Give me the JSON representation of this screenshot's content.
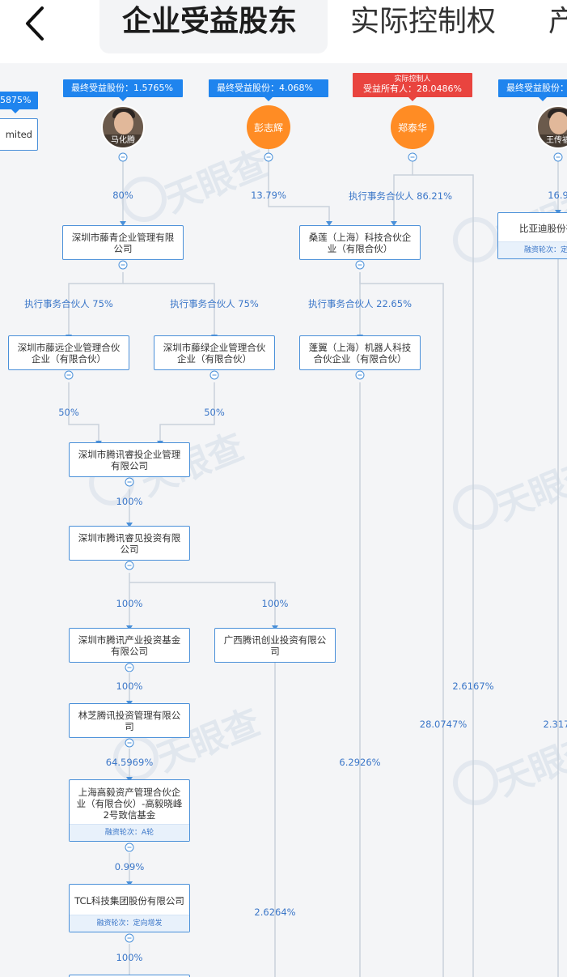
{
  "header": {
    "tabs": [
      {
        "label": "企业受益股东"
      },
      {
        "label": "实际控制权"
      },
      {
        "label": "产"
      }
    ]
  },
  "watermark": "天眼查",
  "people": [
    {
      "name": "马化腾",
      "share_tag": "最终受益股份：1.5765%"
    },
    {
      "name": "彭志辉",
      "share_tag": "最终受益股份：4.068%"
    },
    {
      "name": "郑泰华",
      "share_tag_top": "实际控制人",
      "share_tag": "受益所有人：28.0486%"
    },
    {
      "name": "王传福",
      "share_tag": "最终受益股份："
    }
  ],
  "edge_partial": {
    "tag": "5875%",
    "box": "mited"
  },
  "companies": [
    {
      "name": "深圳市藤青企业管理有限公司"
    },
    {
      "name": "桑莲（上海）科技合伙企业（有限合伙）"
    },
    {
      "name": "比亚迪股份有",
      "tag": "融资轮次：定"
    },
    {
      "name": "深圳市藤远企业管理合伙企业（有限合伙）"
    },
    {
      "name": "深圳市藤绿企业管理合伙企业（有限合伙）"
    },
    {
      "name": "蓬翼（上海）机器人科技合伙企业（有限合伙）"
    },
    {
      "name": "深圳市腾讯睿投企业管理有限公司"
    },
    {
      "name": "深圳市腾讯睿见投资有限公司"
    },
    {
      "name": "深圳市腾讯产业投资基金有限公司"
    },
    {
      "name": "广西腾讯创业投资有限公司"
    },
    {
      "name": "林芝腾讯投资管理有限公司"
    },
    {
      "name": "上海高毅资产管理合伙企业（有限合伙）-高毅晓峰2号致信基金",
      "tag": "融资轮次：A轮"
    },
    {
      "name": "TCL科技集团股份有限公司",
      "tag": "融资轮次：定向增发"
    }
  ],
  "edge_labels": [
    "80%",
    "13.79%",
    "执行事务合伙人 86.21%",
    "16.9",
    "执行事务合伙人 75%",
    "执行事务合伙人 75%",
    "执行事务合伙人 22.65%",
    "50%",
    "50%",
    "100%",
    "100%",
    "100%",
    "100%",
    "64.5969%",
    "0.99%",
    "100%",
    "2.6167%",
    "28.0747%",
    "2.317",
    "6.2926%",
    "2.6264%"
  ],
  "colors": {
    "accent": "#1f84ee",
    "red": "#e9443f",
    "orange": "#ff8c24",
    "line": "#c9d2dc",
    "border": "#4a90d9"
  }
}
